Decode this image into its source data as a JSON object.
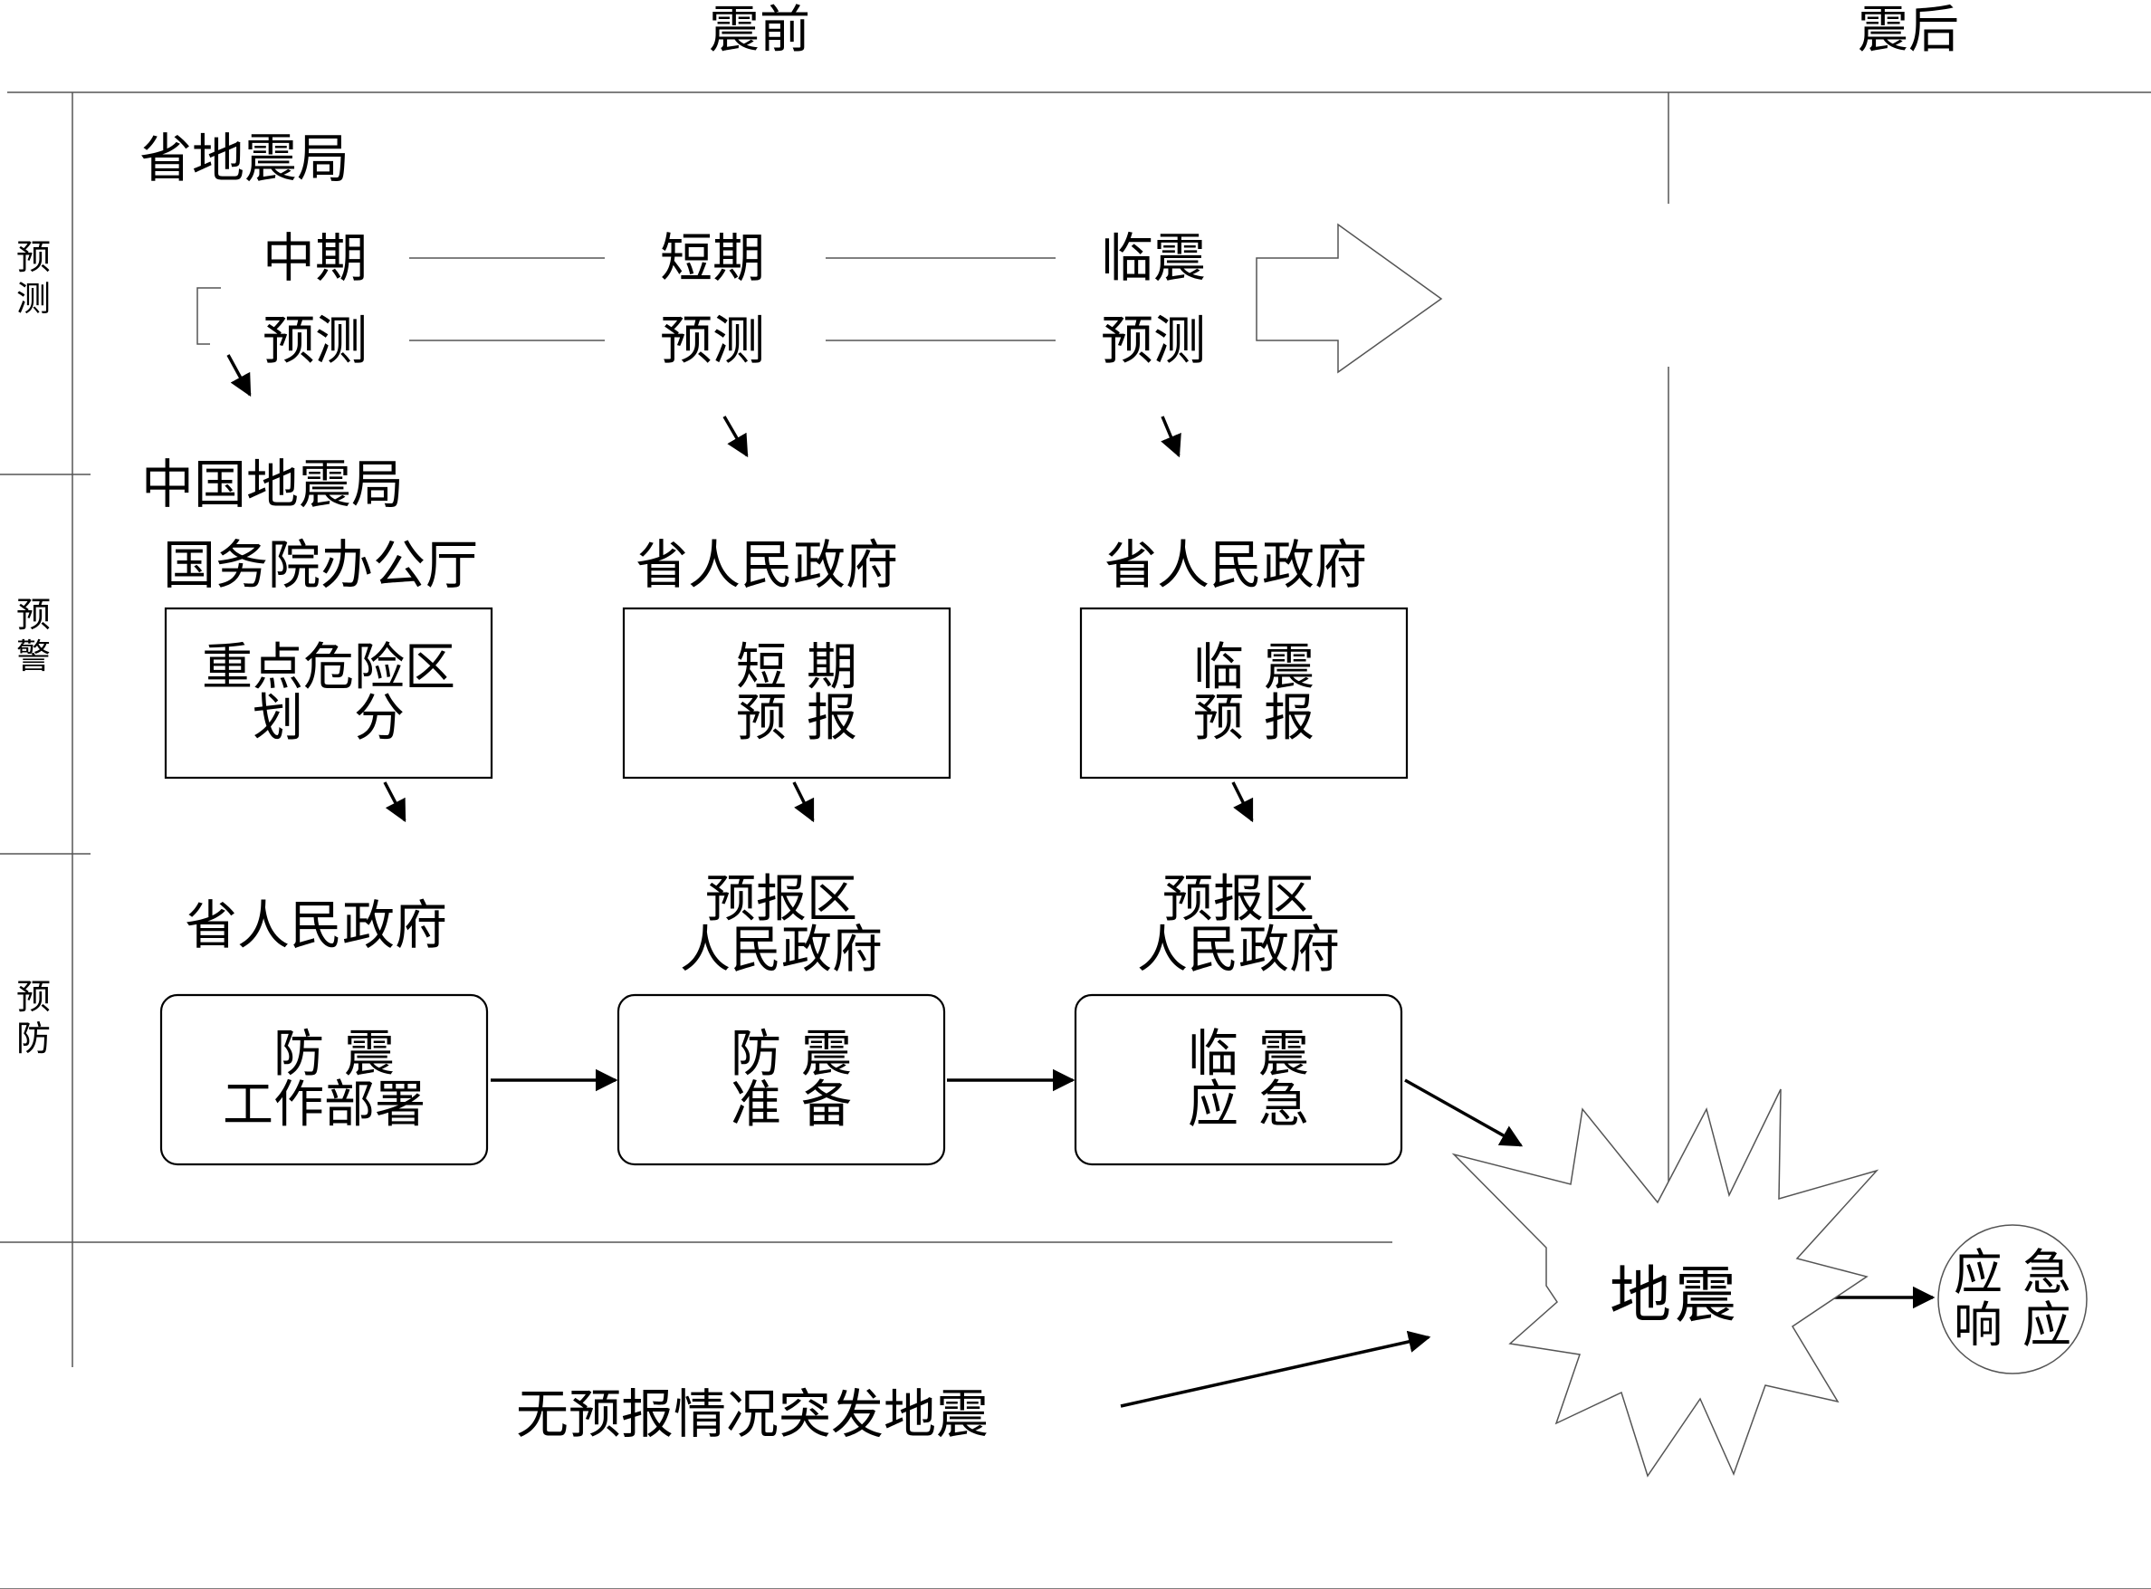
{
  "header": {
    "before": "震前",
    "after": "震后"
  },
  "rows": {
    "forecast": "预测",
    "warning": "预警",
    "prevention": "预防"
  },
  "forecast": {
    "provincial_bureau": "省地震局",
    "mid": {
      "line1": "中期",
      "line2": "预测"
    },
    "short": {
      "line1": "短期",
      "line2": "预测"
    },
    "imminent": {
      "line1": "临震",
      "line2": "预测"
    }
  },
  "warning": {
    "national_bureau": "中国地震局",
    "col1_authority": "国务院办公厅",
    "col2_authority": "省人民政府",
    "col3_authority": "省人民政府",
    "box1": {
      "line1": "重点危险区",
      "line2": "划　分"
    },
    "box2": {
      "line1": "短期",
      "line2": "预报"
    },
    "box3": {
      "line1": "临震",
      "line2": "预报"
    }
  },
  "prevention": {
    "col1_authority": "省人民政府",
    "col2_authority": {
      "line1": "预报区",
      "line2": "人民政府"
    },
    "col3_authority": {
      "line1": "预报区",
      "line2": "人民政府"
    },
    "box1": {
      "line1": "防震",
      "line2": "工作部署"
    },
    "box2": {
      "line1": "防震",
      "line2": "准备"
    },
    "box3": {
      "line1": "临震",
      "line2": "应急"
    }
  },
  "earthquake": "地震",
  "response": {
    "line1": "应急",
    "line2": "响应"
  },
  "sudden_quake": "无预报情况突发地震"
}
